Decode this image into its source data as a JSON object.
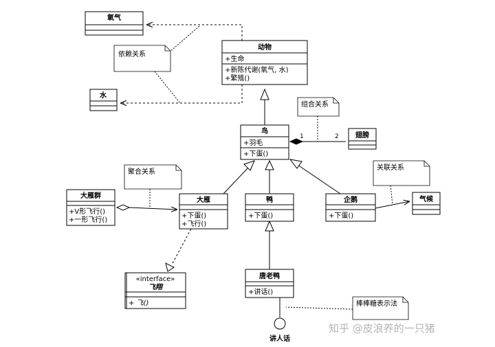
{
  "classes": {
    "oxygen": {
      "name": "氧气",
      "attributes": [],
      "methods": []
    },
    "water": {
      "name": "水",
      "attributes": [],
      "methods": []
    },
    "animal": {
      "name": "动物",
      "attributes": [
        "+生命"
      ],
      "methods": [
        "+新陈代谢(氧气, 水)",
        "+繁殖()"
      ]
    },
    "bird": {
      "name": "鸟",
      "attributes": [
        "+羽毛"
      ],
      "methods": [
        "+下蛋()"
      ]
    },
    "wing": {
      "name": "翅膀",
      "attributes": [],
      "methods": []
    },
    "flock": {
      "name": "大雁群",
      "attributes": [],
      "methods": [
        "+V形飞行()",
        "+一形飞行()"
      ]
    },
    "goose": {
      "name": "大雁",
      "attributes": [],
      "methods": [
        "+下蛋()",
        "+飞行()"
      ]
    },
    "duck": {
      "name": "鸭",
      "attributes": [],
      "methods": [
        "+下蛋()"
      ]
    },
    "penguin": {
      "name": "企鹅",
      "attributes": [],
      "methods": [
        "+下蛋()"
      ]
    },
    "climate": {
      "name": "气候",
      "attributes": [],
      "methods": []
    },
    "donald": {
      "name": "唐老鸭",
      "attributes": [],
      "methods": [
        "+讲话()"
      ]
    },
    "fly": {
      "stereotype": "«interface»",
      "name": "飞翔",
      "attributes": [],
      "methods": [
        "+ 飞()"
      ]
    }
  },
  "notes": {
    "dependency": "依赖关系",
    "composition": "组合关系",
    "aggregation": "聚合关系",
    "association": "关联关系",
    "lollipop": "棒棒糖表示法"
  },
  "multiplicity": {
    "bird_side": "1",
    "wing_side": "2"
  },
  "interface_label": "讲人话",
  "watermark": "知乎 @皮浪养的一只猪"
}
